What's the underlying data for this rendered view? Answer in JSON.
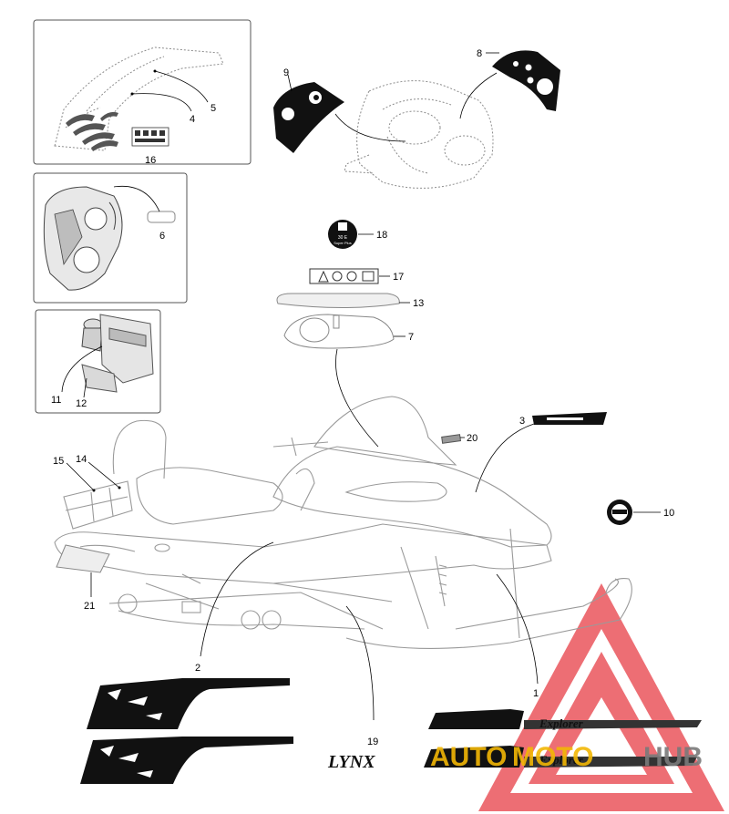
{
  "callouts": {
    "c1": "1",
    "c2": "2",
    "c3": "3",
    "c4": "4",
    "c5": "5",
    "c6": "6",
    "c7": "7",
    "c8": "8",
    "c9": "9",
    "c10": "10",
    "c11": "11",
    "c12": "12",
    "c13": "13",
    "c14": "14",
    "c15": "15",
    "c16": "16",
    "c17": "17",
    "c18": "18",
    "c19": "19",
    "c20": "20",
    "c21": "21"
  },
  "fuel_label": {
    "line1": "30 E",
    "line2": "Super Plus"
  },
  "decals": {
    "lynx": "LYNX",
    "explorer": "Explorer"
  },
  "watermark": {
    "part1": "AUTO",
    "part2": "MOTO",
    "part3": "HUB"
  },
  "colors": {
    "watermark_red": "#e8424a",
    "watermark_yellow": "#f2b705",
    "watermark_gray": "#7a7a7a",
    "decal_black": "#111111"
  }
}
